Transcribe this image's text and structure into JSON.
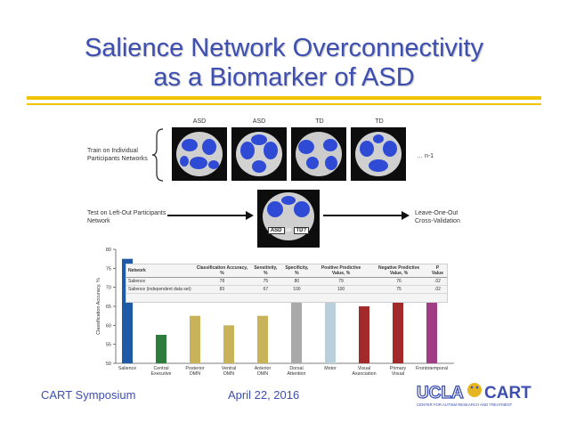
{
  "slide": {
    "title_line1": "Salience Network Overconnectivity",
    "title_line2": "as a Biomarker of ASD",
    "footer_left": "CART Symposium",
    "footer_date": "April 22, 2016",
    "logo_ucla": "UCLA",
    "logo_cart": "CART",
    "logo_subtitle": "CENTER FOR AUTISM RESEARCH AND TREATMENT",
    "colors": {
      "title": "#3d4fb0",
      "rule": "#f0c400",
      "brain_blob": "#2f4bd6"
    }
  },
  "diagram": {
    "column_headers": [
      "ASD",
      "ASD",
      "TD",
      "TD"
    ],
    "train_label": "Train on Individual Participants Networks",
    "ellipsis_label": "… n-1",
    "test_label": "Test on Left-Out Participants Network",
    "center_tag_asd": "ASD",
    "center_tag_or": "or",
    "center_tag_td": "TD?",
    "result_label": "Leave-One-Out Cross-Validation"
  },
  "table": {
    "headers": [
      "Network",
      "Classification Accuracy, %",
      "Sensitivity, %",
      "Specificity, %",
      "Positive Predictive Value, %",
      "Negative Predictive Value, %",
      "P Value"
    ],
    "rows": [
      [
        "Salience",
        "78",
        "75",
        "80",
        "79",
        "76",
        ".02"
      ],
      [
        "Salience (independent data set)",
        "83",
        "67",
        "100",
        "100",
        "75",
        ".02"
      ]
    ]
  },
  "chart_data": {
    "type": "bar",
    "categories": [
      "Salience",
      "Central Executive",
      "Posterior DMN",
      "Ventral DMN",
      "Anterior DMN",
      "Dorsal Attention",
      "Motor",
      "Visual Association",
      "Primary Visual",
      "Frontotemporal"
    ],
    "values": [
      77.5,
      57.5,
      62.5,
      60,
      62.5,
      70,
      70,
      65,
      70,
      67.5
    ],
    "colors": [
      "#1f5aa6",
      "#2e7d3c",
      "#c9b35a",
      "#c9b35a",
      "#c9b35a",
      "#a9a9a9",
      "#b9cfdc",
      "#a32a2a",
      "#a32a2a",
      "#a03d84"
    ],
    "ylabel": "Classification Accuracy, %",
    "yticks": [
      50,
      55,
      60,
      65,
      70,
      75,
      80
    ],
    "ylim": [
      50,
      80
    ],
    "grid": false
  }
}
